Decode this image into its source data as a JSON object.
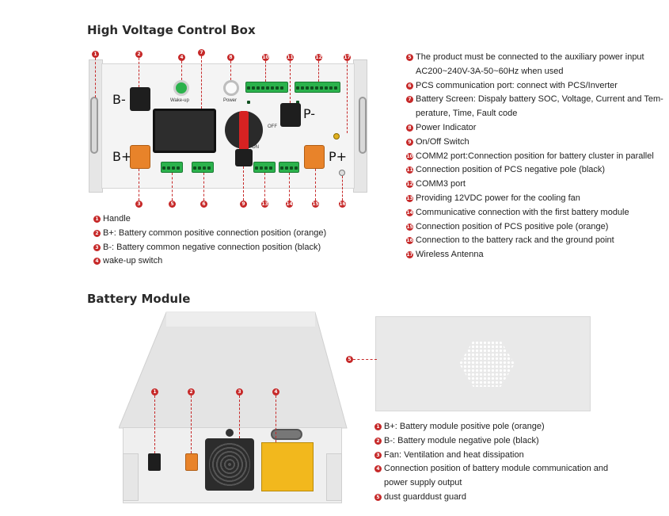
{
  "control_box": {
    "title": "High Voltage Control Box",
    "drawing_labels": {
      "b_minus": "B-",
      "b_plus": "B+",
      "p_minus": "P-",
      "p_plus": "P+",
      "wake_up": "Wake-up",
      "power": "Power",
      "off": "OFF",
      "on": "ON"
    },
    "badges": [
      "1",
      "2",
      "4",
      "7",
      "8",
      "10",
      "11",
      "12",
      "17",
      "3",
      "5",
      "6",
      "9",
      "13",
      "14",
      "15",
      "16"
    ],
    "legend_left": [
      {
        "num": "1",
        "text": "Handle"
      },
      {
        "num": "2",
        "text": "B+:  Battery common positive connection position (orange)"
      },
      {
        "num": "3",
        "text": "B-:  Battery common negative connection position (black)"
      },
      {
        "num": "4",
        "text": "wake-up switch"
      }
    ],
    "legend_right": [
      {
        "num": "5",
        "text": "The product must be connected to the auxiliary power input"
      },
      {
        "num": "",
        "text": "AC200~240V-3A-50~60Hz when used"
      },
      {
        "num": "6",
        "text": "PCS communication port:  connect with PCS/Inverter"
      },
      {
        "num": "7",
        "text": "Battery Screen: Dispaly battery SOC, Voltage, Current and Tem-"
      },
      {
        "num": "",
        "text": "perature, Time, Fault code"
      },
      {
        "num": "8",
        "text": "Power Indicator"
      },
      {
        "num": "9",
        "text": "On/Off Switch"
      },
      {
        "num": "10",
        "text": "COMM2 port:Connection position for battery cluster in parallel"
      },
      {
        "num": "11",
        "text": "Connection position of PCS negative pole (black)"
      },
      {
        "num": "12",
        "text": "COMM3 port"
      },
      {
        "num": "13",
        "text": "Providing 12VDC power for the cooling fan"
      },
      {
        "num": "14",
        "text": "Communicative connection with the first battery module"
      },
      {
        "num": "15",
        "text": "Connection position of PCS positive pole (orange)"
      },
      {
        "num": "16",
        "text": "Connection to the battery rack and the ground point"
      },
      {
        "num": "17",
        "text": " Wireless Antenna"
      }
    ]
  },
  "battery_module": {
    "title": "Battery Module",
    "badges": [
      "1",
      "2",
      "3",
      "4",
      "5"
    ],
    "legend": [
      {
        "num": "1",
        "text": "B+: Battery module positive pole (orange)"
      },
      {
        "num": "2",
        "text": "B-: Battery module negative pole (black)"
      },
      {
        "num": "3",
        "text": "Fan: Ventilation and heat dissipation"
      },
      {
        "num": "4",
        "text": "Connection position of battery module communication and"
      },
      {
        "num": "",
        "text": "power supply output"
      },
      {
        "num": "5",
        "text": "dust guarddust guard"
      }
    ]
  },
  "colors": {
    "badge_red": "#c62828",
    "terminal_orange": "#e8832a",
    "terminal_black": "#1e1e1e",
    "connector_green": "#2bb24c",
    "switch_red": "#d62222",
    "module_yellow": "#f2b81d"
  }
}
